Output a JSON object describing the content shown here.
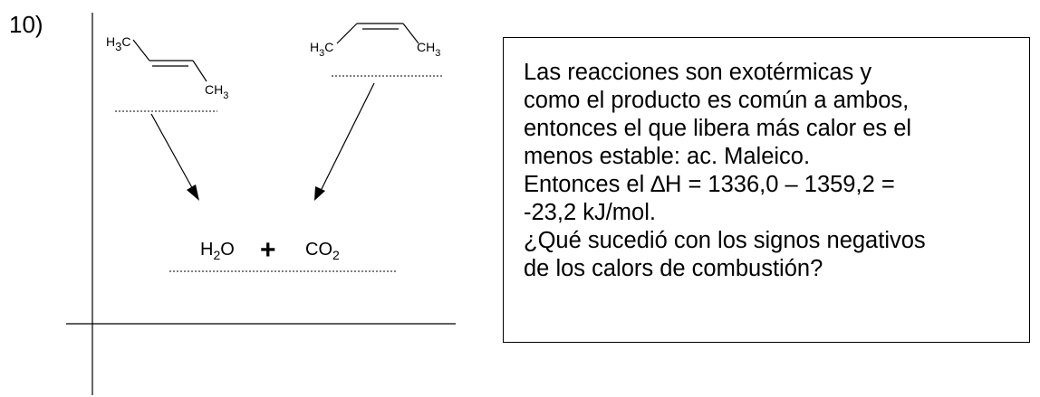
{
  "question_number": "10)",
  "left_molecule": {
    "group_top": "H",
    "group_top_sub": "3",
    "group_top_c": "C",
    "group_bottom": "CH",
    "group_bottom_sub": "3"
  },
  "right_molecule": {
    "group_left": "H",
    "group_left_sub": "3",
    "group_left_c": "C",
    "group_right": "CH",
    "group_right_sub": "3"
  },
  "products": {
    "water": "H",
    "water_sub": "2",
    "water_o": "O",
    "plus": "+",
    "co2": "CO",
    "co2_sub": "2"
  },
  "explanation": {
    "lines": [
      "Las reacciones son exotérmicas y",
      "como el producto es común a ambos,",
      "entonces el que libera más calor es el",
      "menos estable: ac. Maleico.",
      "Entonces el ∆H = 1336,0 – 1359,2 =",
      "-23,2 kJ/mol.",
      "¿Qué sucedió con los signos negativos",
      "de los calors de combustión?"
    ]
  }
}
